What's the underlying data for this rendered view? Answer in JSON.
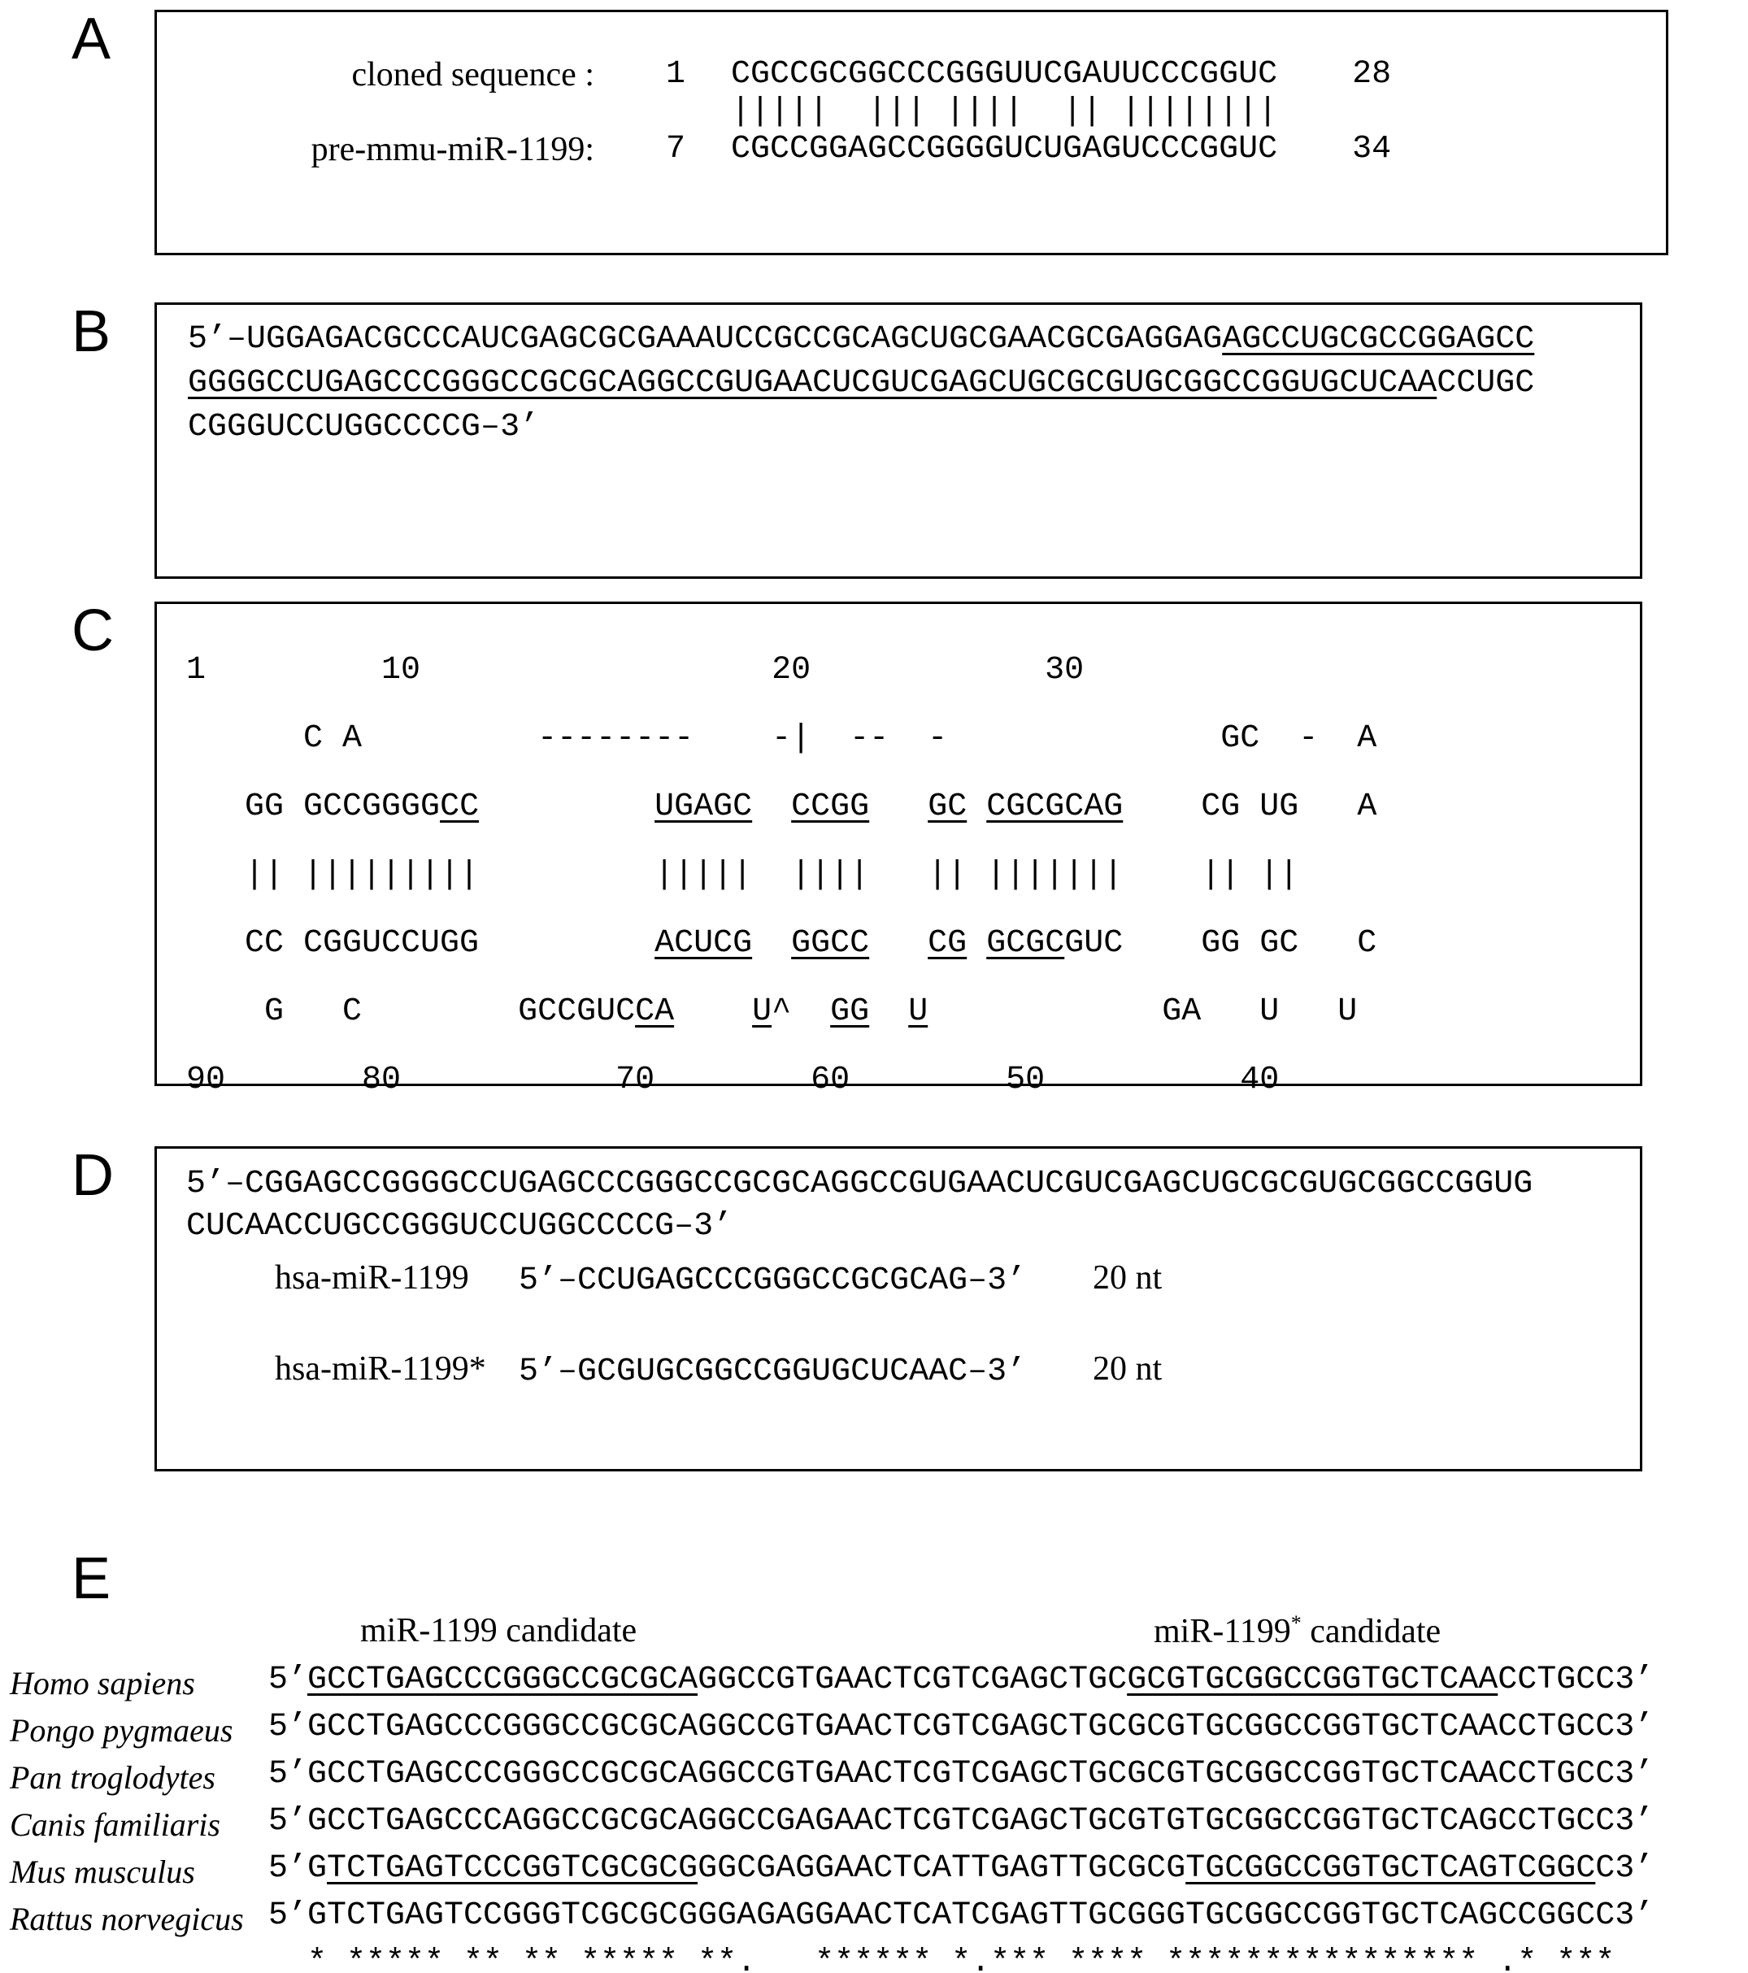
{
  "panelA": {
    "letter": "A",
    "row1": {
      "name": "cloned sequence :",
      "start": "1",
      "seq": "CGCCGCGGCCCGGGUUCGAUUCCCGGUC",
      "end": "28"
    },
    "match": "|||||  ||| ||||  || ||||||||",
    "row2": {
      "name": "pre-mmu-miR-1199:",
      "start": "7",
      "seq": "CGCCGGAGCCGGGGUCUGAGUCCCGGUC",
      "end": "34"
    }
  },
  "panelB": {
    "letter": "B",
    "segments": [
      {
        "t": "5’–UGGAGACGCCCAUCGAGCGCGAAAUCCGCCGCAGCUGCGAACGCGAGGAG",
        "u": false
      },
      {
        "t": "AGCCUGCGCCGGAGCC",
        "u": true
      },
      {
        "t": "\n",
        "u": false
      },
      {
        "t": "GGGGCCUGAGCCCGGGCCGCGCAGGCCGUGAACUCGUCGAGCUGCGCGUGCGGCCGGUGCUCAA",
        "u": true
      },
      {
        "t": "CCUGC\nCGGGUCCUGGCCCCG–3’",
        "u": false
      }
    ]
  },
  "panelC": {
    "letter": "C",
    "lines": [
      [
        {
          "t": "1         10                  20            30",
          "u": false
        }
      ],
      [
        {
          "t": "      C A         --------    -|  --  -              GC  -  A",
          "u": false
        }
      ],
      [
        {
          "t": "   GG GCCGGGG",
          "u": false
        },
        {
          "t": "CC",
          "u": true
        },
        {
          "t": "         ",
          "u": false
        },
        {
          "t": "UGAGC",
          "u": true
        },
        {
          "t": "  ",
          "u": false
        },
        {
          "t": "CCGG",
          "u": true
        },
        {
          "t": "   ",
          "u": false
        },
        {
          "t": "GC",
          "u": true
        },
        {
          "t": " ",
          "u": false
        },
        {
          "t": "CGCGCAG",
          "u": true
        },
        {
          "t": "    CG UG   A",
          "u": false
        }
      ],
      [
        {
          "t": "   || |||||||||         |||||  ||||   || |||||||    || ||",
          "u": false
        }
      ],
      [
        {
          "t": "   CC CGGUCCUGG         ",
          "u": false
        },
        {
          "t": "ACUCG",
          "u": true
        },
        {
          "t": "  ",
          "u": false
        },
        {
          "t": "GGCC",
          "u": true
        },
        {
          "t": "   ",
          "u": false
        },
        {
          "t": "CG",
          "u": true
        },
        {
          "t": " ",
          "u": false
        },
        {
          "t": "GCGC",
          "u": true
        },
        {
          "t": "GUC    GG GC   C",
          "u": false
        }
      ],
      [
        {
          "t": "    G   C        GCCGUC",
          "u": false
        },
        {
          "t": "CA",
          "u": true
        },
        {
          "t": "    ",
          "u": false
        },
        {
          "t": "U",
          "u": true
        },
        {
          "t": "^  ",
          "u": false
        },
        {
          "t": "GG",
          "u": true
        },
        {
          "t": "  ",
          "u": false
        },
        {
          "t": "U",
          "u": true
        },
        {
          "t": "            GA   U   U",
          "u": false
        }
      ],
      [
        {
          "t": "90       80           70        60        50          40",
          "u": false
        }
      ]
    ],
    "sequence": "5’–CGGAGCCGGGGCCUGAGCCCGGGCCGCGCAGGCCGUGAACUCGUCGAGCUGCGCGUGCGGCCGGUG\nCUCAACCUGCCGGGUCCUGGCCCCG–3’"
  },
  "panelD": {
    "letter": "D",
    "rows": [
      {
        "name": "hsa-miR-1199",
        "seq": "5’–CCUGAGCCCGGGCCGCGCAG–3’",
        "len": "20 nt"
      },
      {
        "name": "hsa-miR-1199*",
        "seq": "5’–GCGUGCGGCCGGUGCUCAAC–3’",
        "len": "20 nt"
      }
    ]
  },
  "panelE": {
    "letter": "E",
    "header_left": "miR-1199 candidate",
    "header_right": {
      "base": "miR-1199",
      "sup": "*",
      "rest": " candidate"
    },
    "rows": [
      {
        "species": "Homo sapiens",
        "segments": [
          {
            "t": "5’",
            "u": false
          },
          {
            "t": "GCCTGAGCCCGGGCCGCGCA",
            "u": true
          },
          {
            "t": "GGCCGTGAACTCGTCGAGCTGC",
            "u": false
          },
          {
            "t": "GCGTGCGGCCGGTGCTCAA",
            "u": true
          },
          {
            "t": "CCTGCC3’",
            "u": false
          }
        ]
      },
      {
        "species": "Pongo pygmaeus",
        "segments": [
          {
            "t": "5’GCCTGAGCCCGGGCCGCGCAGGCCGTGAACTCGTCGAGCTGCGCGTGCGGCCGGTGCTCAACCTGCC3’",
            "u": false
          }
        ]
      },
      {
        "species": "Pan troglodytes",
        "segments": [
          {
            "t": "5’GCCTGAGCCCGGGCCGCGCAGGCCGTGAACTCGTCGAGCTGCGCGTGCGGCCGGTGCTCAACCTGCC3’",
            "u": false
          }
        ]
      },
      {
        "species": "Canis familiaris",
        "segments": [
          {
            "t": "5’GCCTGAGCCCAGGCCGCGCAGGCCGAGAACTCGTCGAGCTGCGTGTGCGGCCGGTGCTCAGCCTGCC3’",
            "u": false
          }
        ]
      },
      {
        "species": "Mus musculus",
        "segments": [
          {
            "t": "5’G",
            "u": false
          },
          {
            "t": "TCTGAGTCCCGGTCGCGCG",
            "u": true
          },
          {
            "t": "GGCGAGGAACTCATTGAGTTGCGCG",
            "u": false
          },
          {
            "t": "TGCGGCCGGTGCTCAGTCGGC",
            "u": true
          },
          {
            "t": "C3’",
            "u": false
          }
        ]
      },
      {
        "species": "Rattus norvegicus",
        "segments": [
          {
            "t": "5’GTCTGAGTCCGGGTCGCGCGGGAGAGGAACTCATCGAGTTGCGGGTGCGGCCGGTGCTCAGCCGGCC3’",
            "u": false
          }
        ]
      }
    ],
    "conservation": "  * ***** ** ** ***** **.   ****** *.*** **** **************** .* ***"
  }
}
